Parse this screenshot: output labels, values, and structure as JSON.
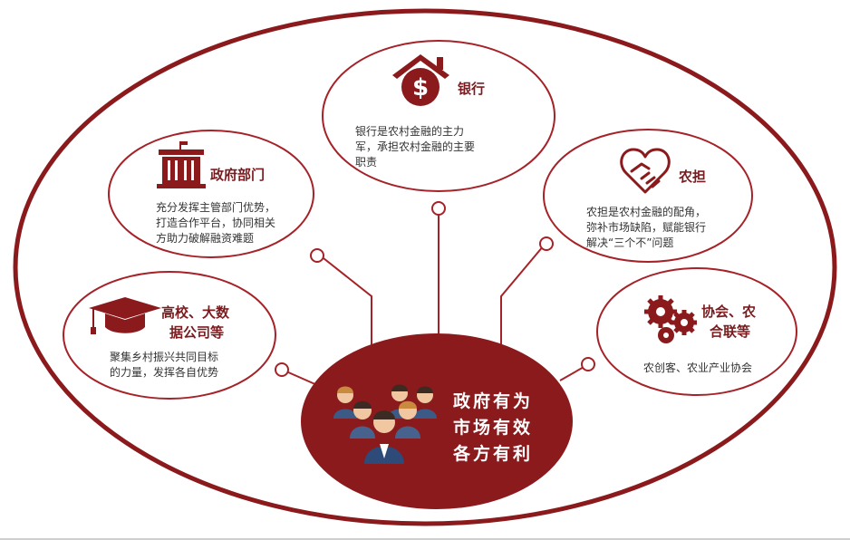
{
  "colors": {
    "primary": "#8b1a1d",
    "outline": "#a52228",
    "text": "#333333",
    "white": "#ffffff"
  },
  "nodes": {
    "bank": {
      "title": "银行",
      "icon": "house-dollar-icon",
      "lines": [
        "银行是农村金融的主力",
        "军，承担农村金融的主要",
        "职责"
      ]
    },
    "government": {
      "title": "政府部门",
      "icon": "government-building-icon",
      "lines": [
        "充分发挥主管部门优势，",
        "打造合作平台，协同相关",
        "方助力破解融资难题"
      ]
    },
    "guarantee": {
      "title": "农担",
      "icon": "heart-handshake-icon",
      "lines": [
        "农担是农村金融的配角，",
        "弥补市场缺陷，赋能银行",
        "解决“三个不”问题"
      ]
    },
    "university": {
      "title_lines": [
        "高校、大数",
        "据公司等"
      ],
      "icon": "graduation-cap-icon",
      "lines": [
        "聚集乡村振兴共同目标",
        "的力量，发挥各自优势"
      ]
    },
    "association": {
      "title_lines": [
        "协会、农",
        "合联等"
      ],
      "icon": "gears-icon",
      "lines": [
        "农创客、农业产业协会"
      ]
    }
  },
  "center": {
    "icon": "people-group-icon",
    "lines": [
      "政府有为",
      "市场有效",
      "各方有利"
    ]
  }
}
